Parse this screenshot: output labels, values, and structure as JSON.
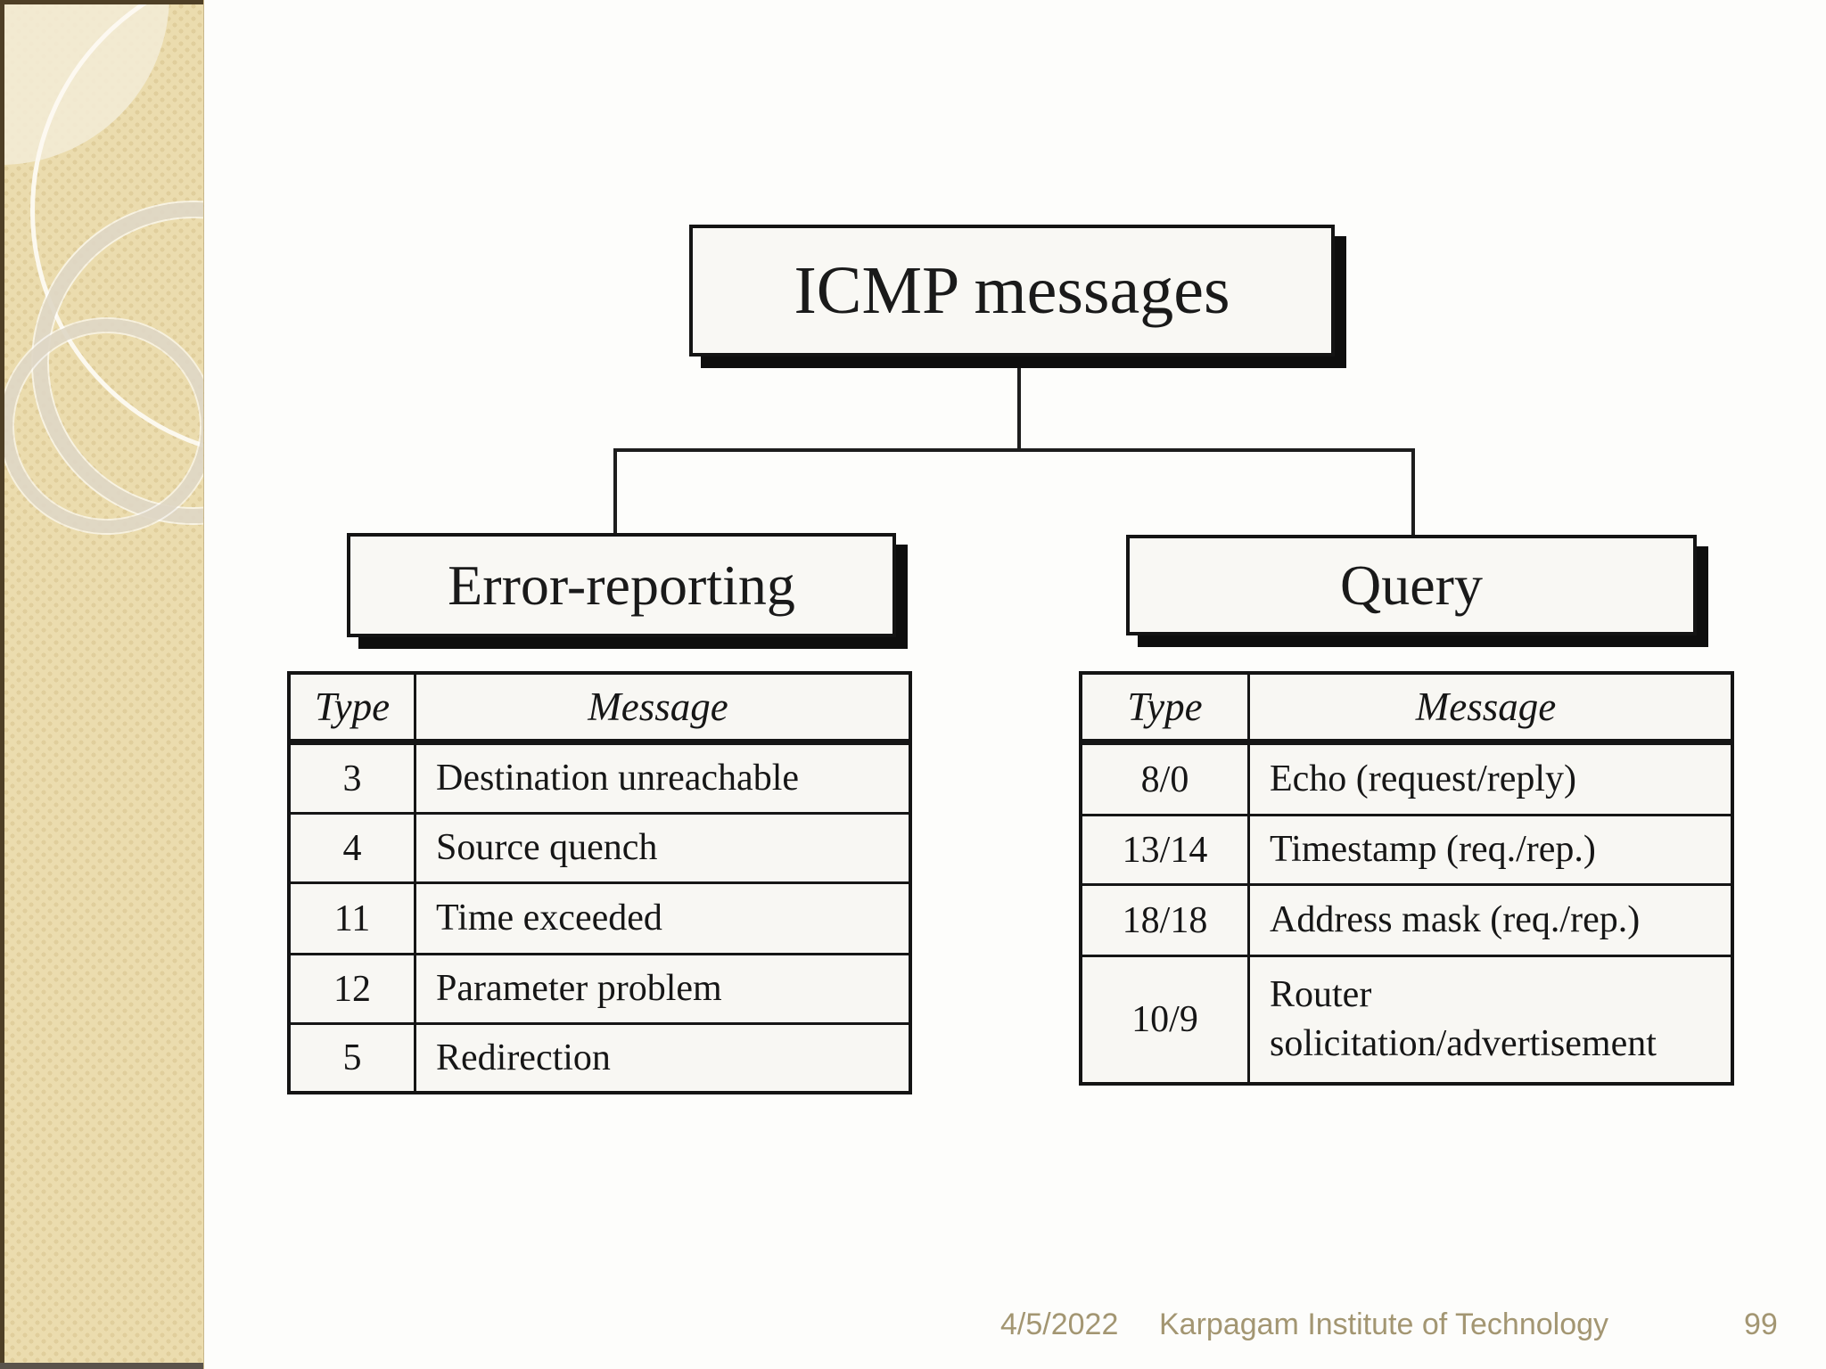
{
  "diagram": {
    "boxes": {
      "root": "ICMP messages",
      "left": "Error-reporting",
      "right": "Query"
    },
    "tables": [
      {
        "name": "error_reporting",
        "headers": {
          "type": "Type",
          "message": "Message"
        },
        "rows": [
          {
            "type": "3",
            "message": "Destination unreachable"
          },
          {
            "type": "4",
            "message": "Source quench"
          },
          {
            "type": "11",
            "message": "Time exceeded"
          },
          {
            "type": "12",
            "message": "Parameter problem"
          },
          {
            "type": "5",
            "message": "Redirection"
          }
        ]
      },
      {
        "name": "query",
        "headers": {
          "type": "Type",
          "message": "Message"
        },
        "rows": [
          {
            "type": "8/0",
            "message": "Echo (request/reply)"
          },
          {
            "type": "13/14",
            "message": "Timestamp (req./rep.)"
          },
          {
            "type": "18/18",
            "message": "Address mask (req./rep.)"
          },
          {
            "type": "10/9",
            "message": "Router solicitation/advertisement"
          }
        ]
      }
    ]
  },
  "footer": {
    "date": "4/5/2022",
    "institution": "Karpagam Institute of Technology",
    "page_number": "99"
  },
  "colors": {
    "sidebar_base": "#ebdcae",
    "border_brown": "#4e3f26",
    "footer_tan": "#a39672",
    "line_black": "#1a1a1a"
  }
}
